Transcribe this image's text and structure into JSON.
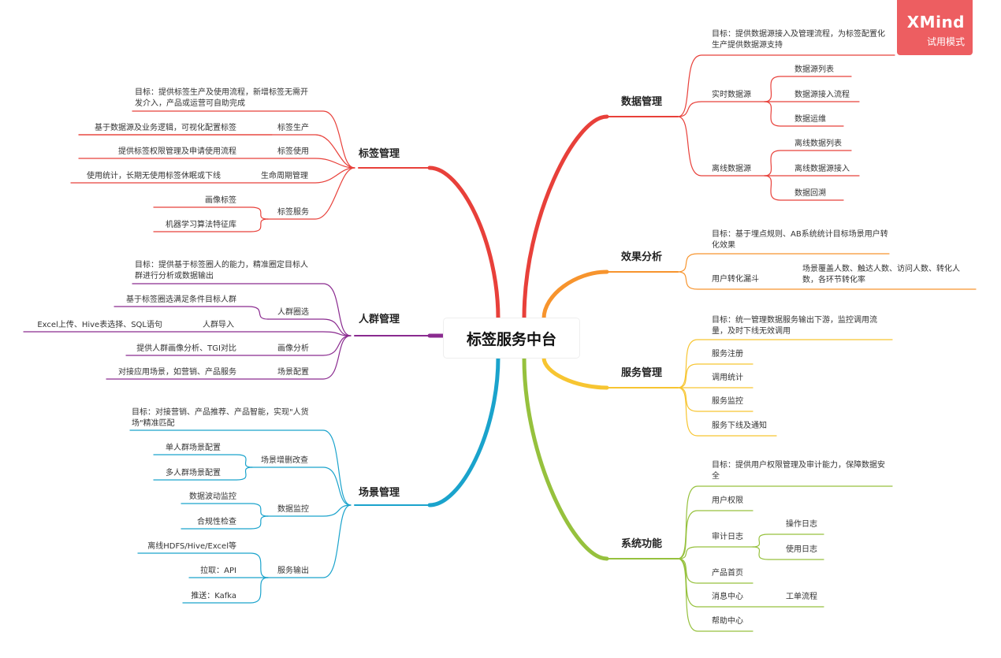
{
  "center": {
    "label": "标签服务中台"
  },
  "badge": {
    "brand": "XMind",
    "mode": "试用模式"
  },
  "colors": {
    "tag": "#e8403a",
    "crowd": "#8a2a8f",
    "scene": "#1aa3cc",
    "data": "#e8403a",
    "effect": "#f7942d",
    "service": "#f7c531",
    "system": "#96c13d"
  },
  "left": {
    "tag": {
      "title": "标签管理",
      "goal": "目标：提供标签生产及使用流程，新增标签无需开发介入，产品或运营可自助完成",
      "items": [
        {
          "label": "标签生产",
          "desc": "基于数据源及业务逻辑，可视化配置标签"
        },
        {
          "label": "标签使用",
          "desc": "提供标签权限管理及申请使用流程"
        },
        {
          "label": "生命周期管理",
          "desc": "使用统计，长期无使用标签休眠或下线"
        },
        {
          "label": "标签服务",
          "children": [
            "画像标签",
            "机器学习算法特征库"
          ]
        }
      ]
    },
    "crowd": {
      "title": "人群管理",
      "goal": "目标：提供基于标签圈人的能力，精准圈定目标人群进行分析或数据输出",
      "items": [
        {
          "label": "人群圈选",
          "desc": "基于标签圈选满足条件目标人群"
        },
        {
          "label": "人群导入",
          "desc": "Excel上传、Hive表选择、SQL语句"
        },
        {
          "label": "画像分析",
          "desc": "提供人群画像分析、TGI对比"
        },
        {
          "label": "场景配置",
          "desc": "对接应用场景，如营销、产品服务"
        }
      ]
    },
    "scene": {
      "title": "场景管理",
      "goal": "目标：对接营销、产品推荐、产品智能，实现\"人货场\"精准匹配",
      "items": [
        {
          "label": "场景增删改查",
          "children": [
            "单人群场景配置",
            "多人群场景配置"
          ]
        },
        {
          "label": "数据监控",
          "children": [
            "数据波动监控",
            "合规性检查"
          ]
        },
        {
          "label": "服务输出",
          "children": [
            "离线HDFS/Hive/Excel等",
            "拉取：API",
            "推送：Kafka"
          ]
        }
      ]
    }
  },
  "right": {
    "data": {
      "title": "数据管理",
      "goal": "目标：提供数据源接入及管理流程，为标签配置化生产提供数据源支持",
      "items": [
        {
          "label": "实时数据源",
          "children": [
            "数据源列表",
            "数据源接入流程",
            "数据运维"
          ]
        },
        {
          "label": "离线数据源",
          "children": [
            "离线数据列表",
            "离线数据源接入",
            "数据回溯"
          ]
        }
      ]
    },
    "effect": {
      "title": "效果分析",
      "goal": "目标：基于埋点规则、AB系统统计目标场景用户转化效果",
      "items": [
        {
          "label": "用户转化漏斗",
          "desc": "场景覆盖人数、触达人数、访问人数、转化人数，各环节转化率"
        }
      ]
    },
    "service": {
      "title": "服务管理",
      "goal": "目标：统一管理数据服务输出下游，监控调用流量，及时下线无效调用",
      "items": [
        {
          "label": "服务注册"
        },
        {
          "label": "调用统计"
        },
        {
          "label": "服务监控"
        },
        {
          "label": "服务下线及通知"
        }
      ]
    },
    "system": {
      "title": "系统功能",
      "goal": "目标：提供用户权限管理及审计能力，保障数据安全",
      "items": [
        {
          "label": "用户权限"
        },
        {
          "label": "审计日志",
          "children": [
            "操作日志",
            "使用日志"
          ]
        },
        {
          "label": "产品首页"
        },
        {
          "label": "消息中心",
          "children": [
            "工单流程"
          ]
        },
        {
          "label": "帮助中心"
        }
      ]
    }
  }
}
